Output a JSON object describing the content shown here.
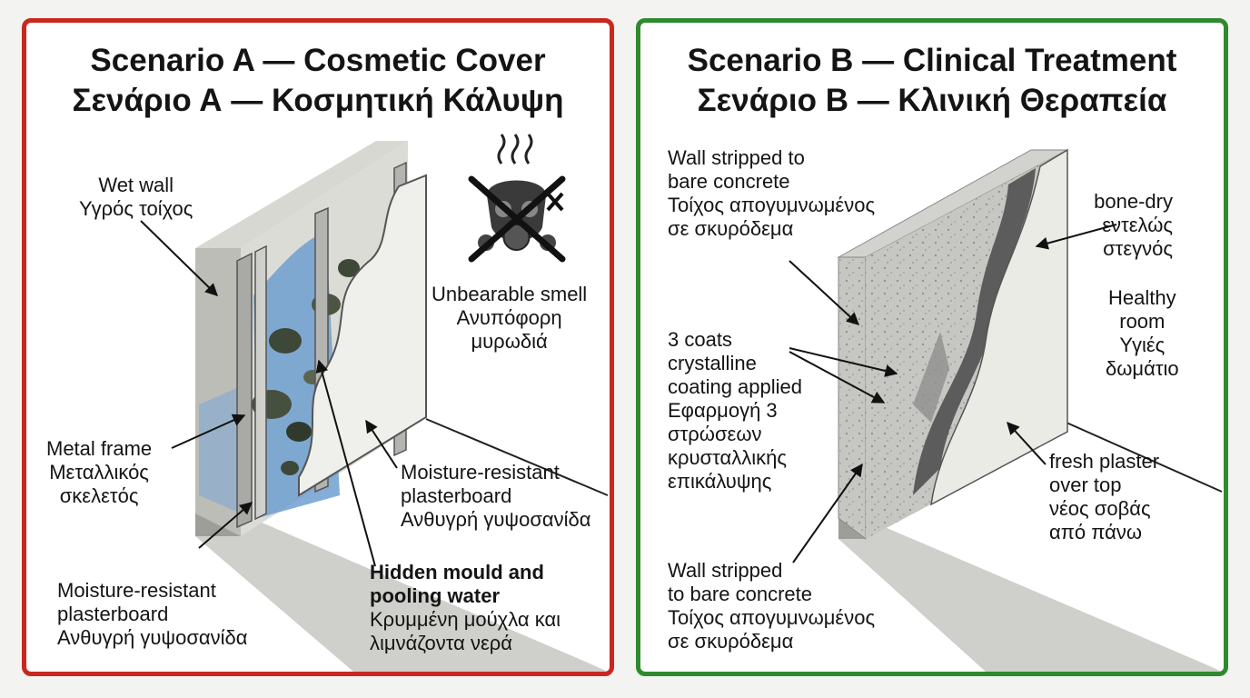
{
  "colors": {
    "scenario_a_border": "#c8281e",
    "scenario_b_border": "#2e8a2e",
    "water": "#6f9fd0",
    "mould": "#46503e",
    "concrete": "#c6c6c2",
    "plaster": "#ebebe6"
  },
  "scenario_a": {
    "title_en": "Scenario A — Cosmetic Cover",
    "title_el": "Σενάριο Α — Κοσμητική Κάλυψη",
    "icon": "mask-smell-crossed-icon",
    "labels": {
      "wet_wall": [
        "Wet wall",
        "Υγρός τοίχος"
      ],
      "smell": [
        "Unbearable smell",
        "Ανυπόφορη",
        "μυρωδιά"
      ],
      "metal_frame": [
        "Metal frame",
        "Μεταλλικός",
        "σκελετός"
      ],
      "plasterboard_right": [
        "Moisture-resistant",
        "plasterboard",
        "Ανθυγρή γυψοσανίδα"
      ],
      "plasterboard_bottom": [
        "Moisture-resistant",
        "plasterboard",
        "Ανθυγρή γυψοσανίδα"
      ],
      "mould": [
        "Hidden mould and",
        "pooling water",
        "Κρυμμένη μούχλα και",
        "λιμνάζοντα νερά"
      ]
    }
  },
  "scenario_b": {
    "title_en": "Scenario B — Clinical Treatment",
    "title_el": "Σενάριο Β — Κλινική Θεραπεία",
    "labels": {
      "stripped_top": [
        "Wall stripped to",
        "bare concrete",
        "Τοίχος απογυμνωμένος",
        "σε σκυρόδεμα"
      ],
      "bone_dry": [
        "bone-dry",
        "εντελώς",
        "στεγνός"
      ],
      "healthy": [
        "Healthy",
        "room",
        "Υγιές",
        "δωμάτιο"
      ],
      "coats": [
        "3 coats",
        "crystalline",
        "coating applied",
        "Εφαρμογή 3",
        "στρώσεων",
        "κρυσταλλικής",
        "επικάλυψης"
      ],
      "fresh_plaster": [
        "fresh plaster",
        "over top",
        "νέος σοβάς",
        "από πάνω"
      ],
      "stripped_bottom": [
        "Wall stripped",
        "to bare concrete",
        "Τοίχος απογυμνωμένος",
        "σε σκυρόδεμα"
      ]
    }
  }
}
